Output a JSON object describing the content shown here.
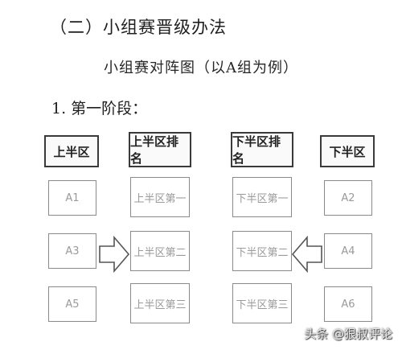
{
  "document": {
    "heading": "（二）小组赛晋级办法",
    "subtitle": "小组赛对阵图（以A组为例）",
    "stage": "1. 第一阶段："
  },
  "columns": {
    "upper_half": {
      "header": "上半区",
      "cells": [
        "A1",
        "A3",
        "A5"
      ]
    },
    "upper_rank": {
      "header": "上半区排名",
      "cells": [
        "上半区第一",
        "上半区第二",
        "上半区第三"
      ]
    },
    "lower_rank": {
      "header": "下半区排名",
      "cells": [
        "下半区第一",
        "下半区第二",
        "下半区第三"
      ]
    },
    "lower_half": {
      "header": "下半区",
      "cells": [
        "A2",
        "A4",
        "A6"
      ]
    }
  },
  "icons": [
    "arrow-right-icon",
    "arrow-left-icon"
  ],
  "watermark": "头条 @狠叔评论",
  "colors": {
    "header_border": "#3a3a3a",
    "cell_border": "#8a8a8a",
    "cell_text": "#9a9a9a"
  }
}
